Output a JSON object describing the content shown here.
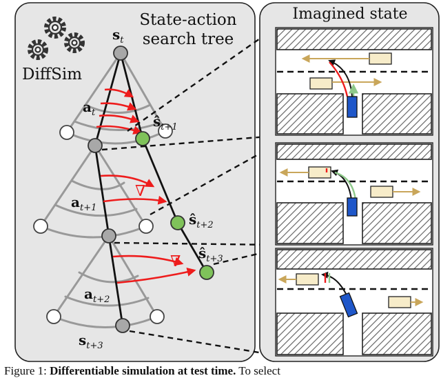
{
  "left_panel": {
    "title_line1": "State-action",
    "title_line2": "search tree",
    "diffsim_label": "DiffSim"
  },
  "right_panel": {
    "title": "Imagined state"
  },
  "tree_labels": {
    "s_t": "s",
    "s_t_sub": "t",
    "a_t": "a",
    "a_t_sub": "t",
    "a_t1": "a",
    "a_t1_sub": "t+1",
    "a_t2": "a",
    "a_t2_sub": "t+2",
    "s_t3": "s",
    "s_t3_sub": "t+3",
    "shat_t1": "ŝ",
    "shat_t1_sub": "t+1",
    "shat_t2": "ŝ",
    "shat_t2_sub": "t+2",
    "shat_t3": "ŝ",
    "shat_t3_sub": "t+3",
    "nabla1": "∇",
    "nabla2": "∇"
  },
  "caption": {
    "prefix": "Figure 1: ",
    "bold": "Differentiable simulation at test time.",
    "rest": " To select"
  },
  "colors": {
    "panel_fill": "#e6e6e6",
    "tree_gray": "#999999",
    "node_gray": "#a8a8a8",
    "node_green": "#7fc25a",
    "arrow_red": "#ee1c1c",
    "car_blue": "#1f57c9",
    "car_beige": "#f7ecc9",
    "traj_gold": "#c9a65a",
    "traj_green": "#8ec98a"
  },
  "icons": [
    "gear-icon"
  ]
}
